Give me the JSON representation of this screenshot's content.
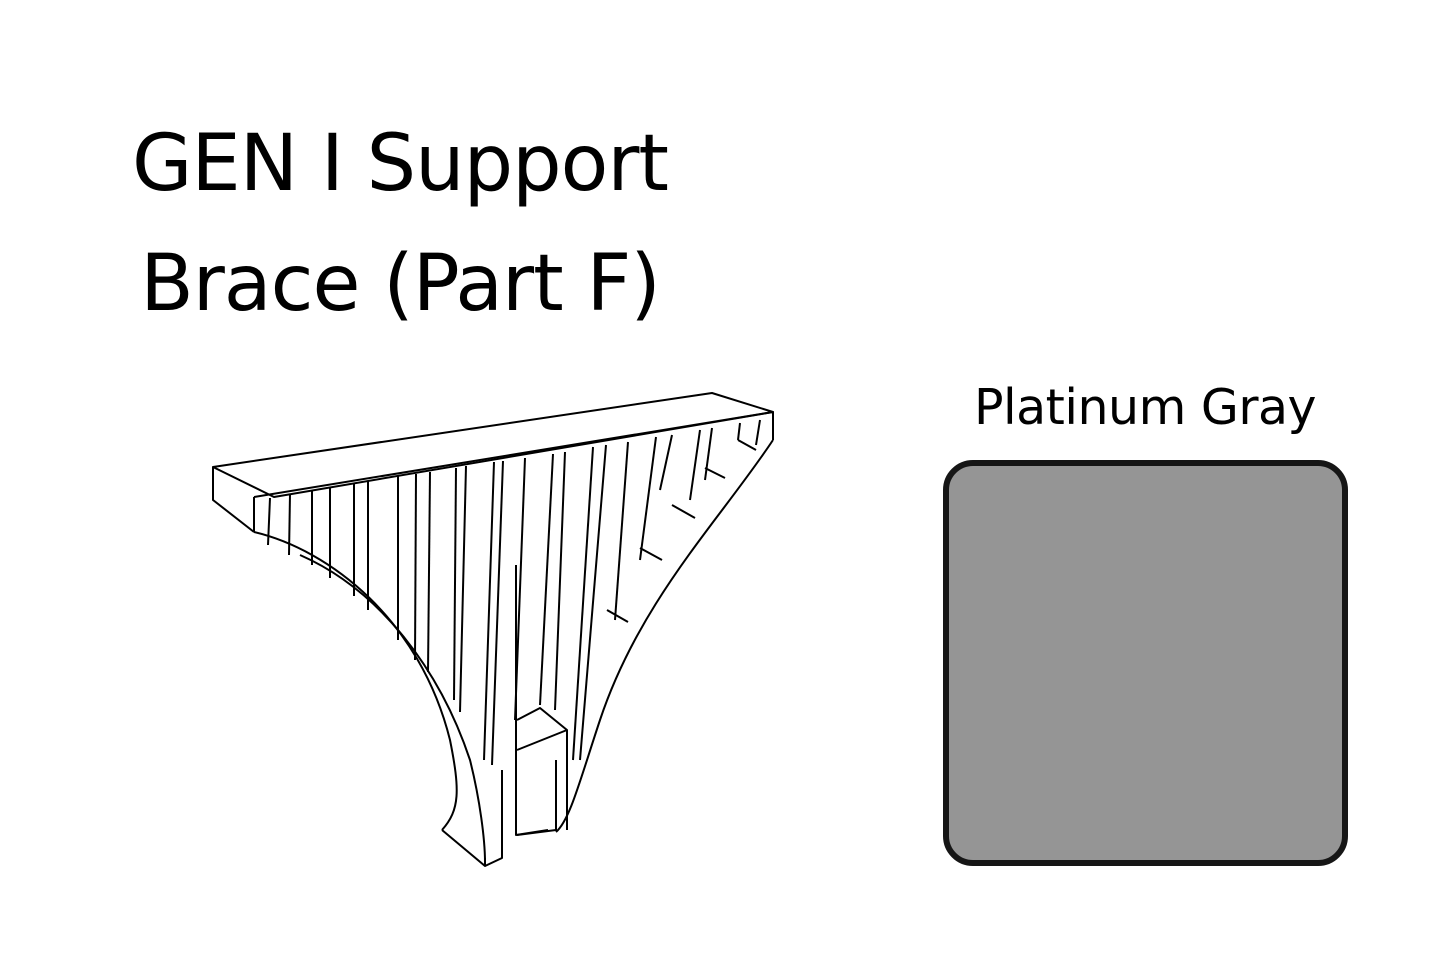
{
  "title": {
    "line1": "GEN I Support",
    "line2": "Brace (Part F)"
  },
  "color": {
    "label": "Platinum Gray",
    "swatch_hex": "#959595",
    "border_hex": "#161616"
  },
  "illustration": {
    "description": "Line drawing of support brace part F"
  }
}
